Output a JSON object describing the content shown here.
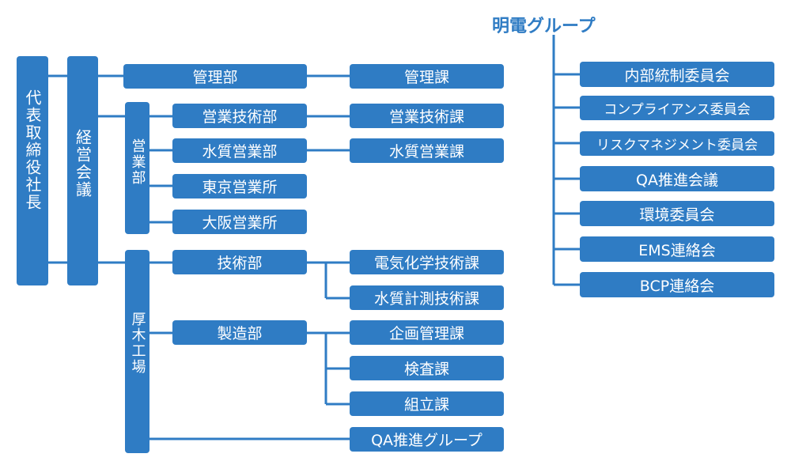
{
  "nodes": {
    "ceo": "代表取締役社長",
    "exec_meeting": "経営会議",
    "mgmt_dept": "管理部",
    "mgmt_section": "管理課",
    "sales_dept": "営業部",
    "sales_tech_dept": "営業技術部",
    "sales_tech_section": "営業技術課",
    "wq_sales_dept": "水質営業部",
    "wq_sales_section": "水質営業課",
    "tokyo_office": "東京営業所",
    "osaka_office": "大阪営業所",
    "atsugi_factory": "厚木工場",
    "tech_dept": "技術部",
    "elec_tech_section": "電気化学技術課",
    "wq_measure_section": "水質計測技術課",
    "mfg_dept": "製造部",
    "planning_section": "企画管理課",
    "inspection_section": "検査課",
    "assembly_section": "組立課",
    "qa_group": "QA推進グループ"
  },
  "group": {
    "title": "明電グループ",
    "items": [
      "内部統制委員会",
      "コンプライアンス委員会",
      "リスクマネジメント委員会",
      "QA推進会議",
      "環境委員会",
      "EMS連絡会",
      "BCP連絡会"
    ]
  },
  "colors": {
    "box": "#2f7cc4",
    "line": "#2f7cc4",
    "text": "#ffffff"
  }
}
